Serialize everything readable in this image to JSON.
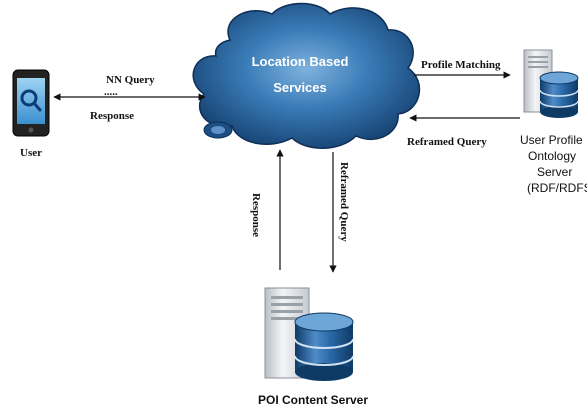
{
  "cloud": {
    "line1": "Location Based",
    "line2": "Services"
  },
  "user": {
    "label": "User"
  },
  "arrows": {
    "nn_query": "NN Query",
    "dots": ".....",
    "response_user": "Response",
    "profile_matching": "Profile Matching",
    "reframed_query_right": "Reframed Query",
    "response_vertical": "Response",
    "reframed_query_vertical": "Reframed Query"
  },
  "ontology_server": {
    "line1": "User Profile",
    "line2": "Ontology",
    "line3": "Server",
    "line4": "(RDF/RDFS)"
  },
  "poi_server": {
    "label": "POI Content Server"
  },
  "colors": {
    "cloud": "#2f6fa8",
    "cloud_dark": "#123e6b",
    "cylinder": "#1f5f9e",
    "server_body": "#d9dde2"
  },
  "icons": {
    "phone": "phone-magnifier-icon",
    "server": "server-database-icon"
  }
}
